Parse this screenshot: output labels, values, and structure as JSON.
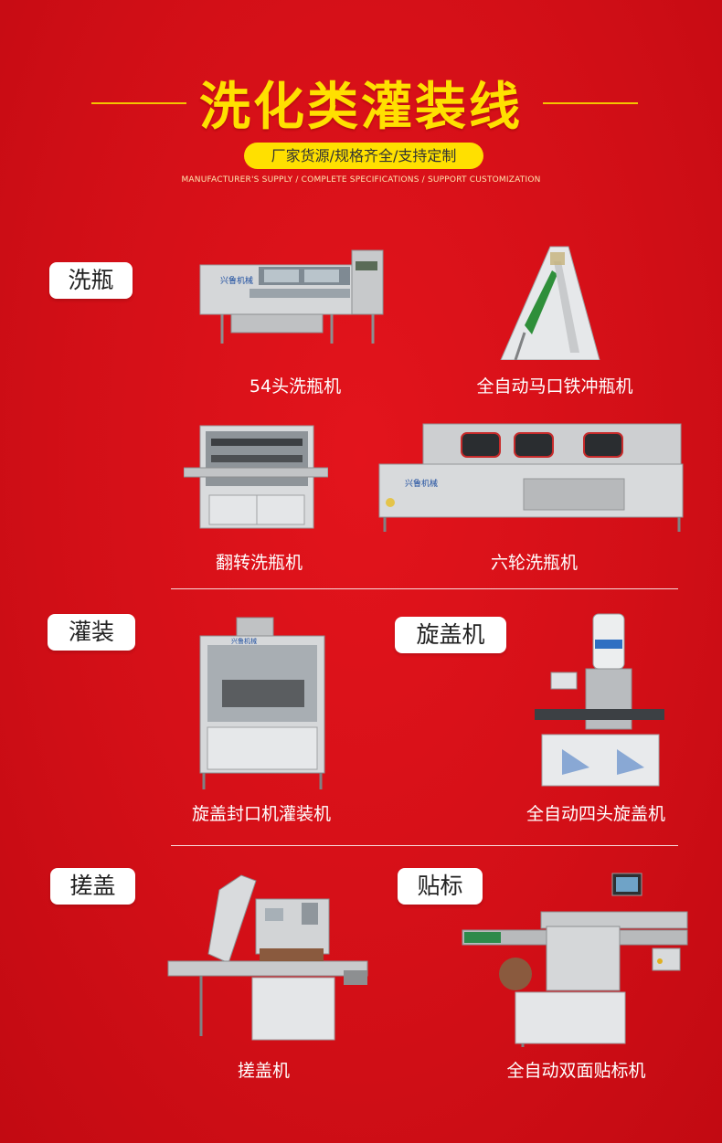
{
  "header": {
    "title": "洗化类灌装线",
    "tagline": "厂家货源/规格齐全/支持定制",
    "subtitle": "MANUFACTURER'S SUPPLY / COMPLETE SPECIFICATIONS / SUPPORT CUSTOMIZATION"
  },
  "sections": {
    "washing": "洗瓶",
    "filling": "灌装",
    "capping": "旋盖机",
    "rubbing": "搓盖",
    "labeling": "贴标"
  },
  "brand": "兴鲁机械",
  "products": {
    "p1": "54头洗瓶机",
    "p2": "全自动马口铁冲瓶机",
    "p3": "翻转洗瓶机",
    "p4": "六轮洗瓶机",
    "p5": "旋盖封口机灌装机",
    "p6": "全自动四头旋盖机",
    "p7": "搓盖机",
    "p8": "全自动双面贴标机"
  },
  "colors": {
    "background": "#d30f17",
    "title": "#ffe000",
    "pill": "#ffe000",
    "steel": "#c9cbcd"
  }
}
